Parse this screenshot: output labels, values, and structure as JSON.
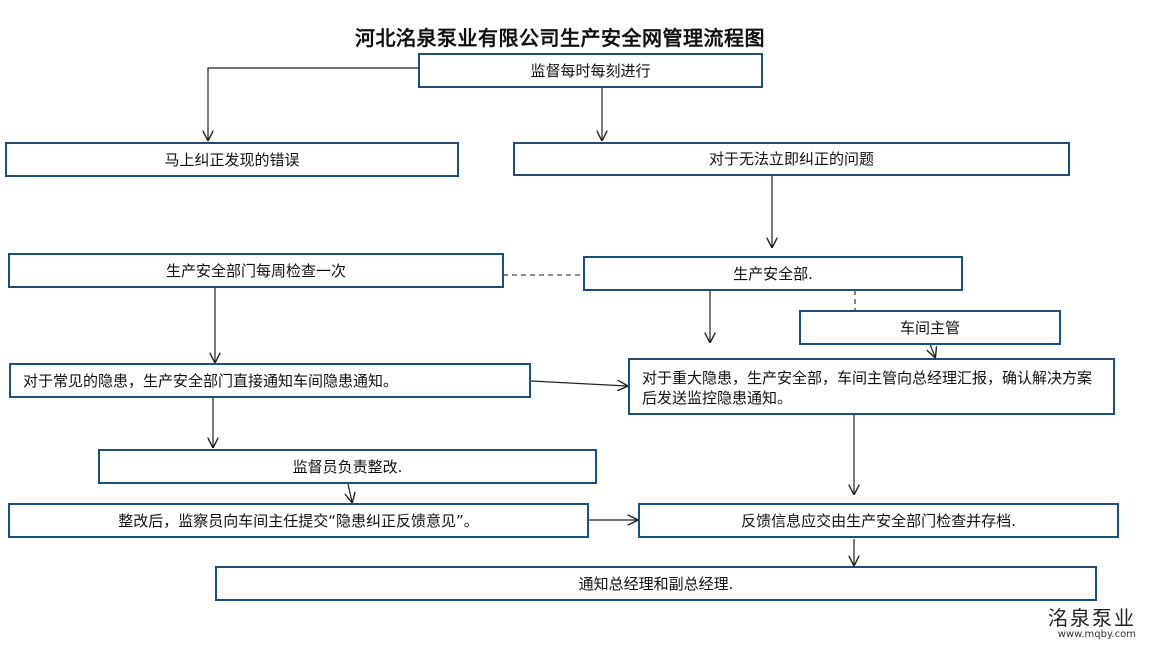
{
  "title": "河北洺泉泵业有限公司生产安全网管理流程图",
  "nodes": {
    "supervise": "监督每时每刻进行",
    "correct_now": "马上纠正发现的错误",
    "cannot_correct": "对于无法立即纠正的问题",
    "weekly_check": "生产安全部门每周检查一次",
    "safety_dept": "生产安全部.",
    "workshop_head": "车间主管",
    "common_hazard": "对于常见的隐患，生产安全部门直接通知车间隐患通知。",
    "major_hazard": "对于重大隐患，生产安全部，车间主管向总经理汇报，确认解决方案后发送监控隐患通知。",
    "inspector_fix": "监督员负责整改.",
    "after_fix": "整改后，监察员向车间主任提交“隐患纠正反馈意见”。",
    "feedback": "反馈信息应交由生产安全部门检查并存档.",
    "notify": "通知总经理和副总经理."
  },
  "watermark": {
    "name": "洺泉泵业",
    "url": "www.mqby.com"
  },
  "colors": {
    "box_border": "#1f4e79",
    "line": "#222222"
  }
}
